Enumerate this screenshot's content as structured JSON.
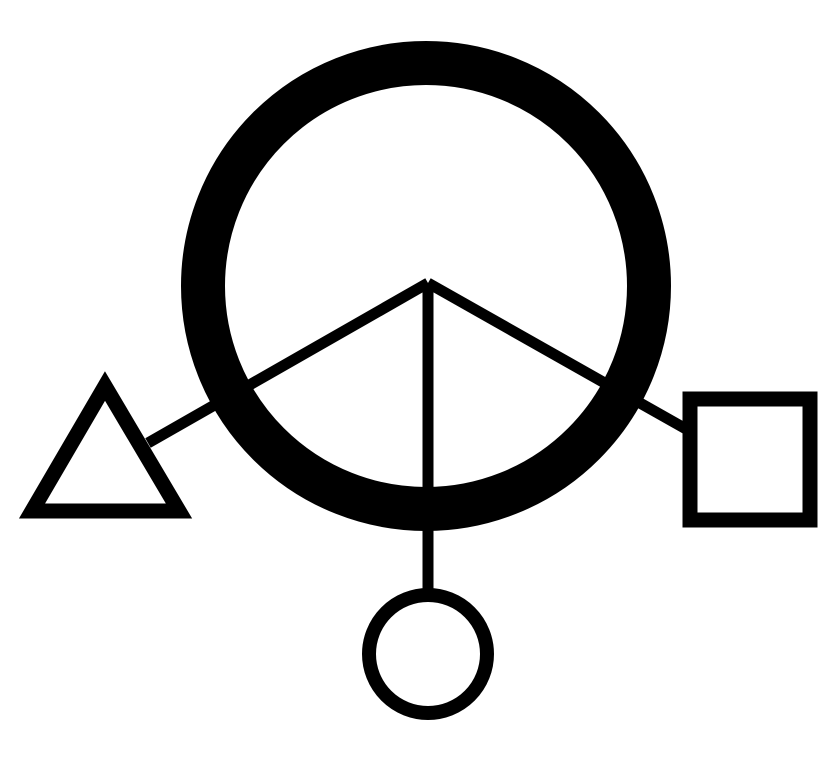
{
  "diagram": {
    "description_free": true,
    "colors": {
      "stroke": "#000000",
      "background": "#ffffff"
    },
    "shapes": {
      "central_ring": "large-ring",
      "left_node": "triangle",
      "right_node": "square",
      "bottom_node": "small-circle"
    },
    "icons": [
      "ring-icon",
      "triangle-icon",
      "square-icon",
      "circle-icon"
    ]
  }
}
